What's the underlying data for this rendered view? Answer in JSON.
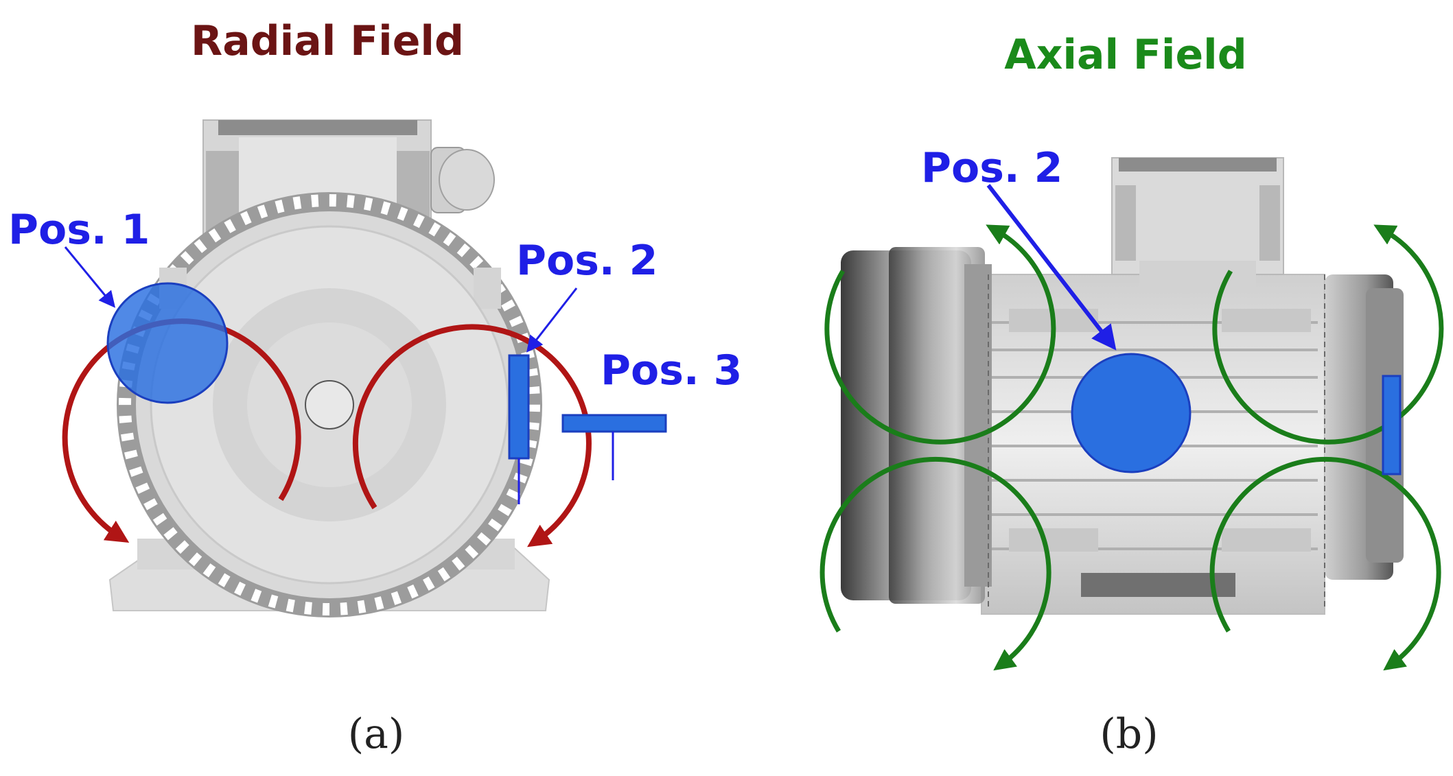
{
  "figure": {
    "panel_a": {
      "title": "Radial Field",
      "caption": "(a)",
      "labels": {
        "pos1": "Pos. 1",
        "pos2": "Pos. 2",
        "pos3": "Pos. 3"
      }
    },
    "panel_b": {
      "title": "Axial Field",
      "caption": "(b)",
      "labels": {
        "pos2": "Pos. 2"
      }
    }
  },
  "colors": {
    "radial_title": "#6b1414",
    "radial_arrows": "#b01515",
    "axial_title": "#1a8a1a",
    "axial_arrows": "#1a7d1a",
    "sensor_blue": "#2a6fe0",
    "label_blue": "#1f1fe6",
    "motor_light": "#dcdcdc",
    "motor_dark": "#8a8a8a"
  }
}
